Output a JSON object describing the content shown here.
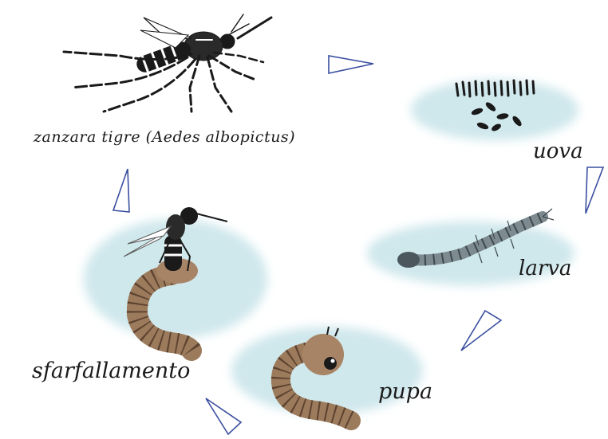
{
  "labels": {
    "adult": "zanzara tigre (Aedes albopictus)",
    "eggs": "uova",
    "larva": "larva",
    "pupa": "pupa",
    "emergence": "sfarfallamento"
  },
  "cycle_order": [
    "adult",
    "eggs",
    "larva",
    "pupa",
    "emergence"
  ],
  "colors": {
    "water": "#bfe0e6",
    "arrow_stroke": "#3a4fa0",
    "arrow_fill": "#ffffff",
    "ink": "#1a1a1a",
    "pupa_body": "#9c7a5c",
    "larva_body": "#7d8a8f"
  },
  "icons": [
    "mosquito-adult-icon",
    "eggs-icon",
    "larva-icon",
    "pupa-icon",
    "emerging-mosquito-icon",
    "cycle-arrow-icon"
  ]
}
